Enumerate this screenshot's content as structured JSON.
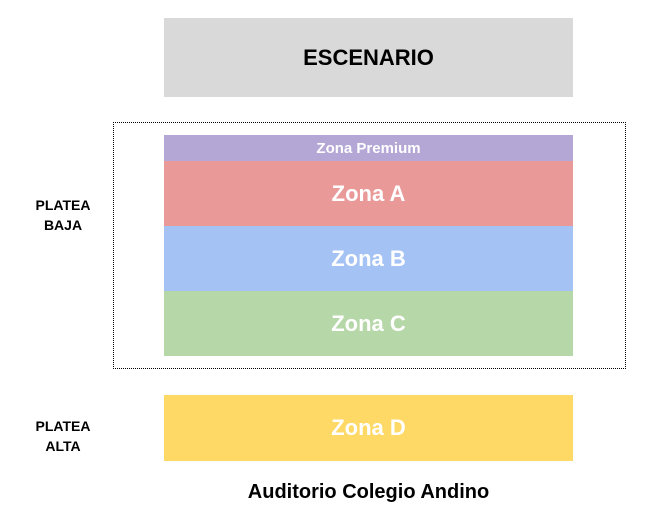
{
  "stage": {
    "label": "ESCENARIO",
    "color": "#d9d9d9"
  },
  "sections": [
    {
      "label": "PLATEA\nBAJA",
      "line1": "PLATEA",
      "line2": "BAJA"
    },
    {
      "label": "PLATEA\nALTA",
      "line1": "PLATEA",
      "line2": "ALTA"
    }
  ],
  "zones": [
    {
      "label": "Zona Premium",
      "color": "#b4a7d6"
    },
    {
      "label": "Zona A",
      "color": "#ea9999"
    },
    {
      "label": "Zona B",
      "color": "#a4c2f4"
    },
    {
      "label": "Zona C",
      "color": "#b6d7a8"
    },
    {
      "label": "Zona D",
      "color": "#ffd966"
    }
  ],
  "title": "Auditorio Colegio Andino"
}
